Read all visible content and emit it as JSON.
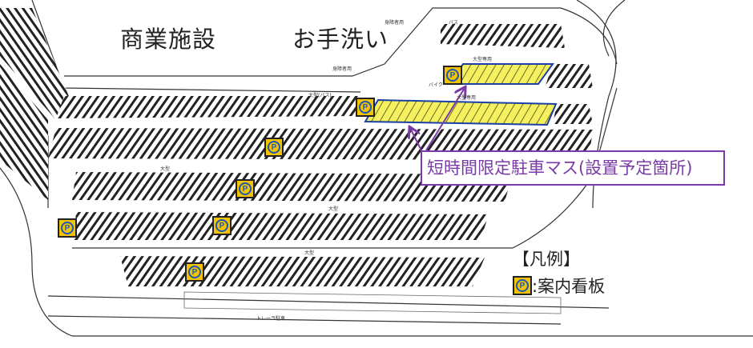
{
  "labels": {
    "commercial_facility": "商業施設",
    "restroom": "お手洗い",
    "callout": "短時間限定駐車マス(設置予定箇所)"
  },
  "legend": {
    "title": "【凡例】",
    "sign_label": ":案内看板",
    "sign_icon_text": "P"
  },
  "map_labels": {
    "large_bus": "大型(バス)",
    "bike": "バイク",
    "large_only": "大型専用",
    "large": "大型",
    "accessible": "身障者用",
    "trailer": "トレーラ駐車",
    "bus": "バス"
  },
  "colors": {
    "highlight_fill": "#f4f060",
    "highlight_border": "#1b3fa8",
    "callout": "#7a3aa8",
    "sign": "#f5c400"
  }
}
